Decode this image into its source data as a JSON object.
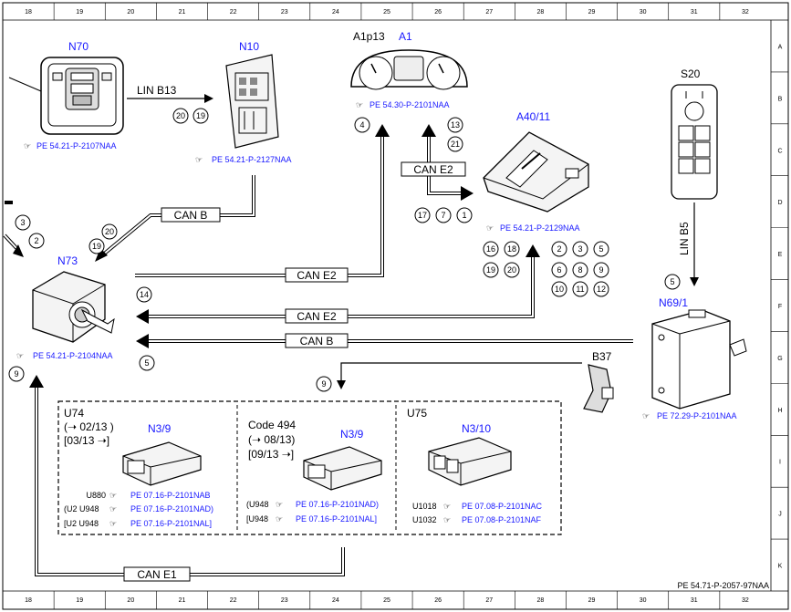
{
  "ruler": {
    "columns": [
      "18",
      "19",
      "20",
      "21",
      "22",
      "23",
      "24",
      "25",
      "26",
      "27",
      "28",
      "29",
      "30",
      "31",
      "32"
    ],
    "rows": [
      "A",
      "B",
      "C",
      "D",
      "E",
      "F",
      "G",
      "H",
      "I",
      "J",
      "K"
    ]
  },
  "components": {
    "n70": {
      "label": "N70",
      "ref": "PE 54.21-P-2107NAA"
    },
    "n10": {
      "label": "N10",
      "ref": "PE 54.21-P-2127NAA"
    },
    "a1": {
      "label": "A1",
      "sublabel": "A1p13",
      "ref": "PE 54.30-P-2101NAA"
    },
    "a40": {
      "label": "A40/11",
      "ref": "PE 54.21-P-2129NAA"
    },
    "s20": {
      "label": "S20"
    },
    "n73": {
      "label": "N73",
      "ref": "PE 54.21-P-2104NAA"
    },
    "n69": {
      "label": "N69/1",
      "ref": "PE 72.29-P-2101NAA"
    },
    "b37": {
      "label": "B37"
    },
    "u74_box": {
      "variant": "U74",
      "date_from": "(➝ 02/13 )",
      "date_to": "[03/13 ➝]",
      "label": "N3/9",
      "refs": [
        {
          "code": "U880",
          "ref": "PE 07.16-P-2101NAB"
        },
        {
          "code": "(U2  U948",
          "ref": "PE 07.16-P-2101NAD)"
        },
        {
          "code": "[U2  U948",
          "ref": "PE 07.16-P-2101NAL]"
        }
      ]
    },
    "code494_box": {
      "variant": "Code 494",
      "date_from": "(➝ 08/13)",
      "date_to": "[09/13  ➝]",
      "label": "N3/9",
      "refs": [
        {
          "code": "(U948",
          "ref": "PE 07.16-P-2101NAD)"
        },
        {
          "code": "[U948",
          "ref": "PE 07.16-P-2101NAL]"
        }
      ]
    },
    "u75_box": {
      "variant": "U75",
      "label": "N3/10",
      "refs": [
        {
          "code": "U1018",
          "ref": "PE 07.08-P-2101NAC"
        },
        {
          "code": "U1032",
          "ref": "PE 07.08-P-2101NAF"
        }
      ]
    }
  },
  "buses": {
    "lin_b13": "LIN B13",
    "lin_b5": "LIN B5",
    "can_b_top": "CAN B",
    "can_e2_a1": "CAN E2",
    "can_e2_n73": "CAN E2",
    "can_e2_a40": "CAN E2",
    "can_b_n69": "CAN B",
    "can_e1": "CAN E1"
  },
  "pins": {
    "n70_n10": [
      "20",
      "19"
    ],
    "a1_left": [
      "4"
    ],
    "a1_right": [
      "13",
      "21"
    ],
    "a40_left": [
      "17",
      "7",
      "1"
    ],
    "a40_grid": [
      "16",
      "18",
      "2",
      "3",
      "5",
      "19",
      "20",
      "6",
      "8",
      "9",
      "10",
      "11",
      "12"
    ],
    "n73_top_left": [
      "3",
      "2"
    ],
    "n73_can_b": [
      "20",
      "19"
    ],
    "n73_e2": [
      "14"
    ],
    "n73_bottom": [
      "5"
    ],
    "n73_left": [
      "9"
    ],
    "box_top": [
      "9"
    ],
    "n69_top": [
      "5"
    ]
  },
  "footer": {
    "doc_id": "PE 54.71-P-2057-97NAA"
  }
}
